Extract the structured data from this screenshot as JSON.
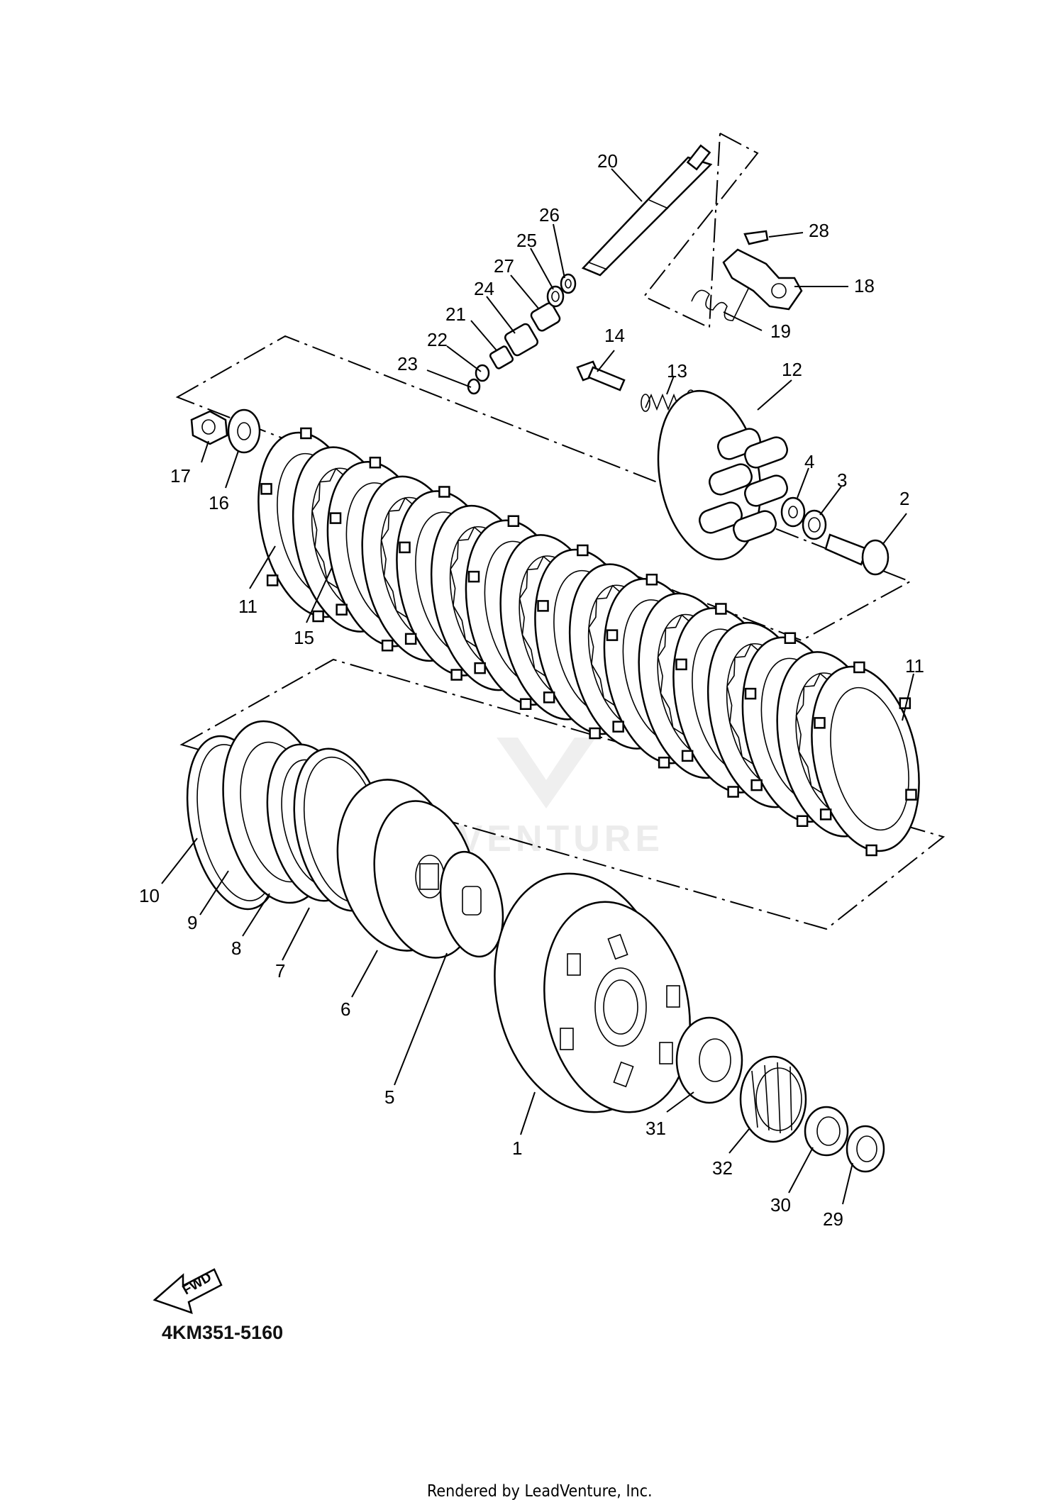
{
  "diagram": {
    "diagram_code": "4KM351-5160",
    "footer_credit": "Rendered by LeadVenture, Inc.",
    "watermark_text": "LEADVENTURE",
    "fwd_label": "FWD",
    "line_color": "#000000",
    "watermark_color": "#ececec",
    "part_labels": {
      "p1": "1",
      "p2": "2",
      "p3": "3",
      "p4": "4",
      "p5": "5",
      "p6": "6",
      "p7": "7",
      "p8": "8",
      "p9": "9",
      "p10": "10",
      "p11a": "11",
      "p11b": "11",
      "p12": "12",
      "p13": "13",
      "p14": "14",
      "p15": "15",
      "p16": "16",
      "p17": "17",
      "p18": "18",
      "p19": "19",
      "p20": "20",
      "p21": "21",
      "p22": "22",
      "p23": "23",
      "p24": "24",
      "p25": "25",
      "p26": "26",
      "p27": "27",
      "p28": "28",
      "p29": "29",
      "p30": "30",
      "p31": "31",
      "p32": "32"
    }
  }
}
